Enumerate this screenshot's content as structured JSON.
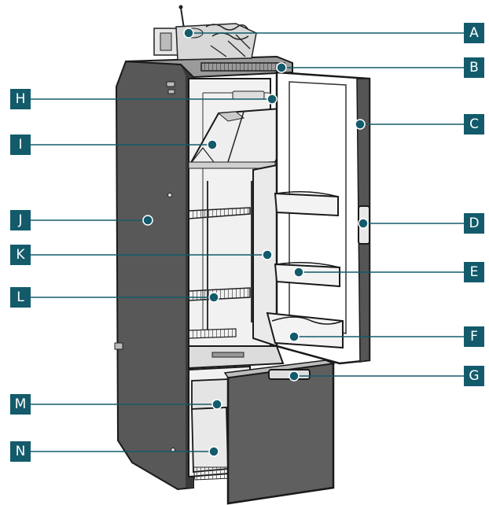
{
  "colors": {
    "label_bg": "#135b6b",
    "label_text": "#ffffff",
    "dot": "#135b6b",
    "leader": "#135b6b",
    "cabinet_side": "#585858",
    "door_face": "#5f5f5f",
    "outline": "#1a1a1a"
  },
  "labels": {
    "A": "A",
    "B": "B",
    "C": "C",
    "D": "D",
    "E": "E",
    "F": "F",
    "G": "G",
    "H": "H",
    "I": "I",
    "J": "J",
    "K": "K",
    "L": "L",
    "M": "M",
    "N": "N"
  },
  "parts": [
    {
      "id": "A",
      "name": "compressor-unit"
    },
    {
      "id": "B",
      "name": "top-vent"
    },
    {
      "id": "C",
      "name": "upper-door"
    },
    {
      "id": "D",
      "name": "door-handle"
    },
    {
      "id": "E",
      "name": "door-bin"
    },
    {
      "id": "F",
      "name": "bottom-door-bin"
    },
    {
      "id": "G",
      "name": "freezer-door-handle"
    },
    {
      "id": "H",
      "name": "interior-light"
    },
    {
      "id": "I",
      "name": "freezer-compartment"
    },
    {
      "id": "J",
      "name": "cabinet-side-panel"
    },
    {
      "id": "K",
      "name": "door-liner"
    },
    {
      "id": "L",
      "name": "wire-shelf"
    },
    {
      "id": "M",
      "name": "freezer-drawer"
    },
    {
      "id": "N",
      "name": "lower-drawer"
    }
  ]
}
